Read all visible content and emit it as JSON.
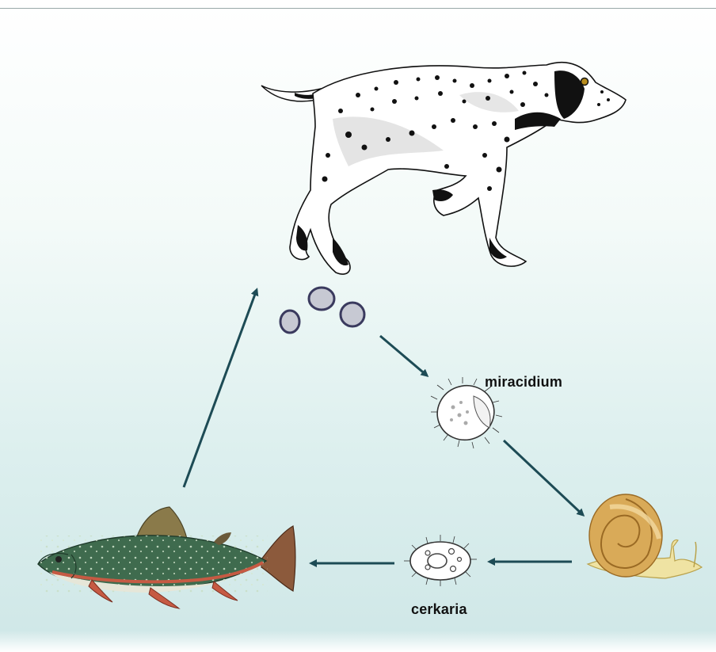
{
  "labels": {
    "miracidium": "miracidium",
    "cerkaria": "cerkaria"
  },
  "colors": {
    "arrow": "#1d4b55",
    "fish_body": "#3f6b4e",
    "fish_belly": "#e6e6d8",
    "fish_stripe": "#c65a43",
    "snail_shell": "#d9aa58",
    "snail_body": "#efe3a3",
    "dog_body": "#ffffff",
    "dog_spots": "#111111",
    "egg_fill": "#c7c9d3"
  },
  "nodes": [
    {
      "id": "dog",
      "icon": "dog-icon"
    },
    {
      "id": "eggs",
      "icon": "egg-icon"
    },
    {
      "id": "miracidium",
      "icon": "miracidium-icon"
    },
    {
      "id": "snail",
      "icon": "snail-icon"
    },
    {
      "id": "cerkaria",
      "icon": "cerkaria-icon"
    },
    {
      "id": "fish",
      "icon": "fish-icon"
    }
  ],
  "edges": [
    {
      "from": "eggs",
      "to": "miracidium"
    },
    {
      "from": "miracidium",
      "to": "snail"
    },
    {
      "from": "snail",
      "to": "cerkaria"
    },
    {
      "from": "cerkaria",
      "to": "fish"
    },
    {
      "from": "fish",
      "to": "dog"
    }
  ]
}
